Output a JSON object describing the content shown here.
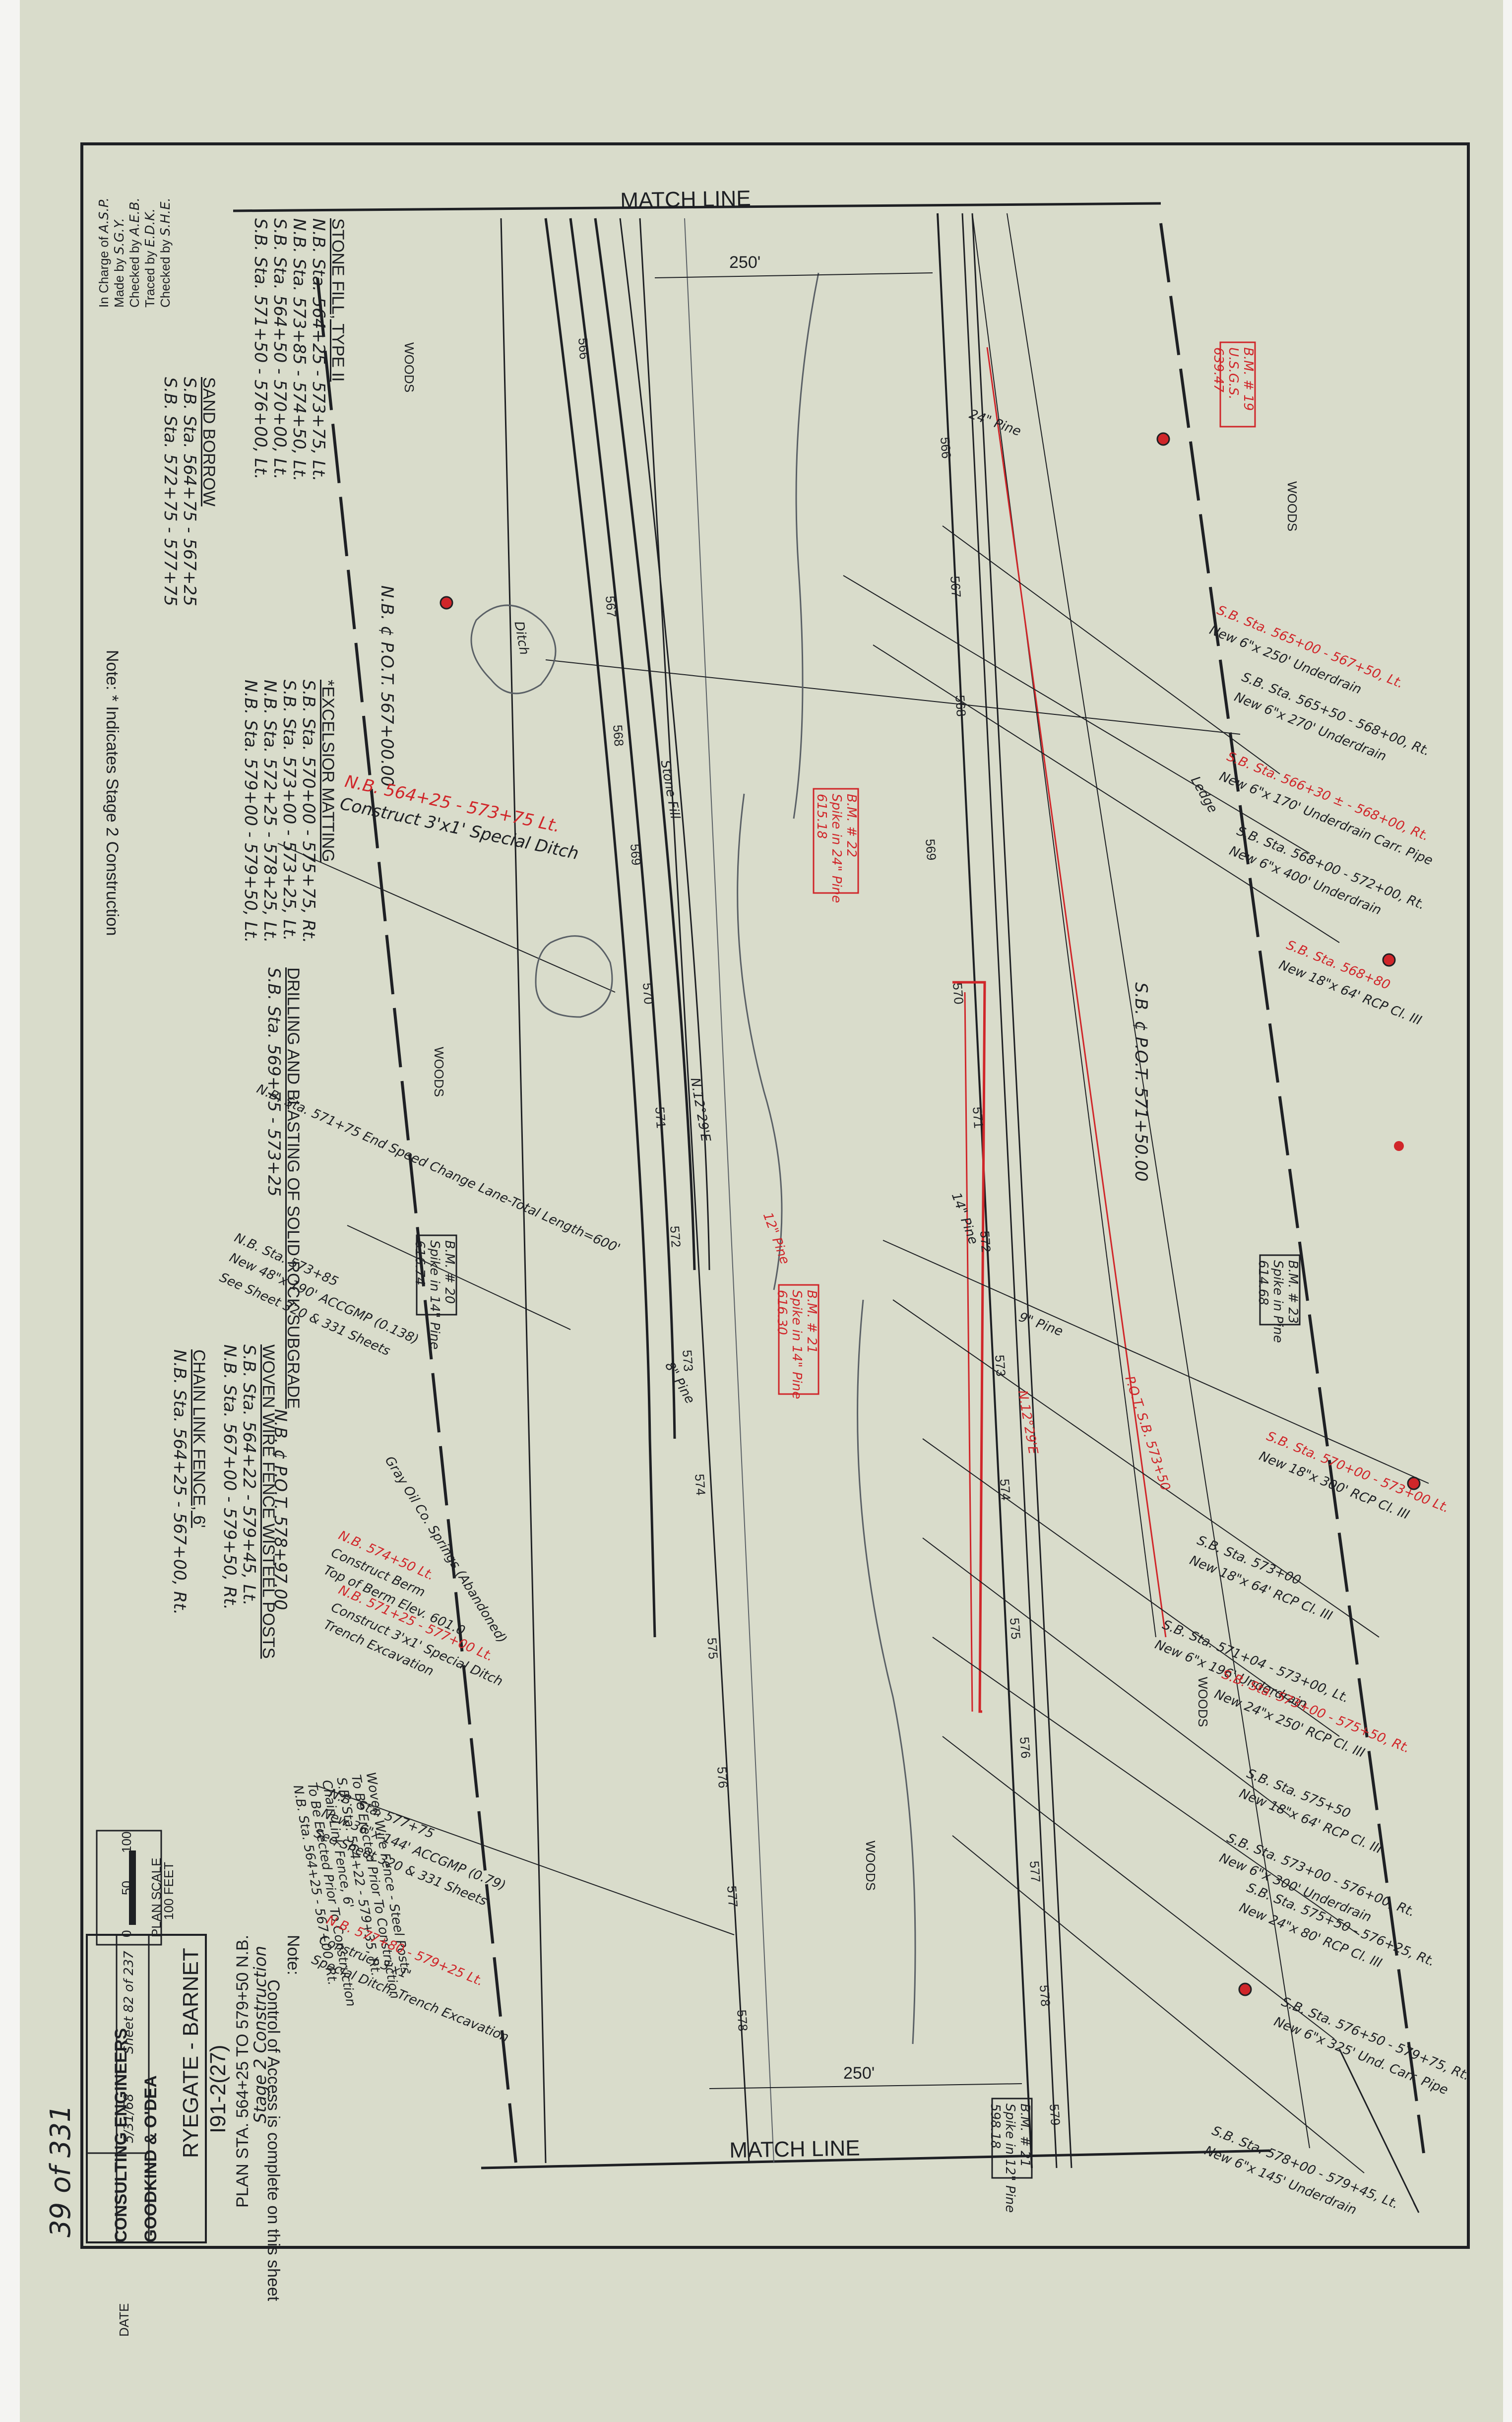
{
  "colors": {
    "paper": "#d9dccb",
    "ink": "#1e2024",
    "red": "#d0262a",
    "pencil": "#5a6066"
  },
  "title_block": {
    "firm": "GOODKIND & O'DEA",
    "firm_sub": "CONSULTING ENGINEERS",
    "date_label": "DATE",
    "date": "5/31/68",
    "sheet": "Sheet 82 of 237",
    "project": "RYEGATE - BARNET",
    "project_no": "I91-2(27)",
    "plan_title": "PLAN   STA. 564+25 TO 579+50 N.B.",
    "plan_sub": "Stage 2 Construction",
    "handwritten_no": "39 of 331"
  },
  "signatures": {
    "rows": [
      {
        "label": "In Charge of",
        "value": "A.S.P."
      },
      {
        "label": "Made by",
        "value": "S.G.Y."
      },
      {
        "label": "Checked by",
        "value": "A.E.B."
      },
      {
        "label": "Traced by",
        "value": "E.D.K."
      },
      {
        "label": "Checked by",
        "value": "S.H.E."
      }
    ]
  },
  "scale": {
    "label": "PLAN SCALE",
    "ticks": [
      "0",
      "50",
      "100"
    ],
    "unit": "100 FEET"
  },
  "match_line": "MATCH    LINE",
  "dims": [
    "250'",
    "250'"
  ],
  "woods": "WOODS",
  "notes": {
    "control": "Note:",
    "control_text": "Control of Access is complete on this sheet",
    "stage": "Note: * Indicates Stage 2 Construction"
  },
  "quantities": [
    {
      "heading": "STONE FILL, TYPE II",
      "lines": [
        "N.B. Sta. 564+25 - 573+75, Lt.",
        "N.B. Sta. 573+85 - 574+50, Lt.",
        "S.B. Sta. 564+50 - 570+00, Lt.",
        "S.B. Sta. 571+50 - 576+00, Lt."
      ]
    },
    {
      "heading": "SAND BORROW",
      "lines": [
        "S.B. Sta. 564+75 - 567+25",
        "S.B. Sta. 572+75 - 577+75"
      ]
    },
    {
      "heading": "*EXCELSIOR MATTING",
      "lines": [
        "S.B. Sta. 570+00 - 575+75, Rt.",
        "S.B. Sta. 573+00 - 573+25, Lt.",
        "N.B. Sta. 572+25 - 578+25, Lt.",
        "N.B. Sta. 579+00 - 579+50, Lt."
      ]
    },
    {
      "heading": "DRILLING AND BLASTING OF SOLID ROCK SUBGRADE",
      "lines": [
        "S.B. Sta. 569+75 - 573+25"
      ]
    },
    {
      "heading": "WOVEN WIRE FENCE WISTEEL POSTS",
      "lines": [
        "S.B. Sta. 564+22 - 579+45, Lt.",
        "N.B. Sta. 567+00 - 579+50, Rt."
      ]
    },
    {
      "heading": "CHAIN LINK FENCE, 6'",
      "lines": [
        "N.B. Sta. 564+25 - 567+00, Rt."
      ]
    }
  ],
  "fence_note": [
    "Woven Wire Fence - Steel Posts",
    "To Be Erected Prior To Construction",
    "S.B. Sta. 564+22 - 579+35, Rt.",
    "Chain Link Fence, 6'",
    "To Be Erected Prior To Construction",
    "N.B. Sta. 564+25 - 567+00, Rt."
  ],
  "nb_labels": [
    "N.B. ¢ P.O.T. 567+00.00",
    "N.B. 564+25 - 573+75 Lt.",
    "Construct 3'x1' Special Ditch",
    "N.B. Sta. 571+75 End Speed Change Lane-Total Length=600'",
    "N.B. Sta. 573+85",
    "New 48\"x 190' ACCGMP (0.138)",
    "See Sheet 320 & 331 Sheets",
    "N.B. ¢ P.O.T. 578+97.00",
    "Gray Oil Co. Springs (Abandoned)",
    "N.B. 574+50 Lt.",
    "Construct Berm",
    "Top of Berm Elev. 601.0",
    "N.B. 571+25 - 577+00 Lt.",
    "Construct 3'x1' Special Ditch",
    "Trench Excavation",
    "N.B. Sta. 577+75",
    "New 36\"x 144' ACCGMP (0.79)",
    "See Sheet 320 & 331 Sheets",
    "N.B. 577+80 - 579+25 Lt.",
    "Construct 3'x1'",
    "Special Ditch, Trench Excavation"
  ],
  "sb_labels": [
    "S.B. ¢ P.O.T. 571+50.00",
    "S.B. Sta. 565+00 - 567+50, Lt.",
    "New 6\"x 250' Underdrain",
    "S.B. Sta. 565+50 - 568+00, Rt.",
    "New 6\"x 270' Underdrain",
    "S.B. Sta. 566+30 ± - 568+00, Rt.",
    "New 6\"x 170' Underdrain Carr. Pipe",
    "S.B. Sta. 568+00 - 572+00, Rt.",
    "New 6\"x 400' Underdrain",
    "S.B. Sta. 568+80",
    "New 18\"x 64' RCP Cl. III",
    "S.B. Sta. 570+00 - 573+00 Lt.",
    "New 18\"x 300' RCP Cl. III",
    "S.B. Sta. 573+00",
    "New 18\"x 64' RCP Cl. III",
    "S.B. Sta. 571+04 - 573+00, Lt.",
    "New 6\"x 196' Underdrain",
    "S.B. Sta. 573+00 - 575+50, Rt.",
    "New 24\"x 250' RCP Cl. III",
    "S.B. Sta. 575+50",
    "New 18\"x 64' RCP Cl. III",
    "S.B. Sta. 573+00 - 576+00, Rt.",
    "New 6\"x 300' Underdrain",
    "S.B. Sta. 575+50 - 576+25, Rt.",
    "New 24\"x 80' RCP Cl. III",
    "S.B. Sta. 576+50 - 579+75, Rt.",
    "New 6\"x 325' Und. Carr. Pipe",
    "S.B. Sta. 578+00 - 579+45, Lt.",
    "New 6\"x 145' Underdrain",
    "P.O.T. S.B. 573+50"
  ],
  "benchmarks": [
    {
      "name": "B.M. # 19",
      "desc": "U.S.G.S.",
      "elev": "639.47"
    },
    {
      "name": "B.M. # 20",
      "desc": "Spike in 14\" Pine",
      "elev": "616.74"
    },
    {
      "name": "B.M. # 21",
      "desc": "Spike in 14\" Pine",
      "elev": "616.30"
    },
    {
      "name": "B.M. # 22",
      "desc": "Spike in 24\" Pine",
      "elev": "615.18"
    },
    {
      "name": "B.M. # 23",
      "desc": "Spike in Pine",
      "elev": "614.68"
    },
    {
      "name": "B.M. # 21",
      "desc": "Spike in 12\" Pine",
      "elev": "598.18"
    }
  ],
  "stations_nb": [
    "566",
    "567",
    "568",
    "569",
    "570",
    "571",
    "572",
    "573",
    "574",
    "575",
    "576",
    "577",
    "578"
  ],
  "stations_sb": [
    "566",
    "567",
    "568",
    "569",
    "570",
    "571",
    "572",
    "573",
    "574",
    "575",
    "576",
    "577",
    "578",
    "579"
  ],
  "misc": [
    "Stone Fill",
    "Ditch",
    "12\" Pine",
    "14\" Pine",
    "24\" Pine",
    "8\" Pine",
    "9\" Pine",
    "Ledge",
    "N.12°29'E",
    "N.12°29'E"
  ]
}
